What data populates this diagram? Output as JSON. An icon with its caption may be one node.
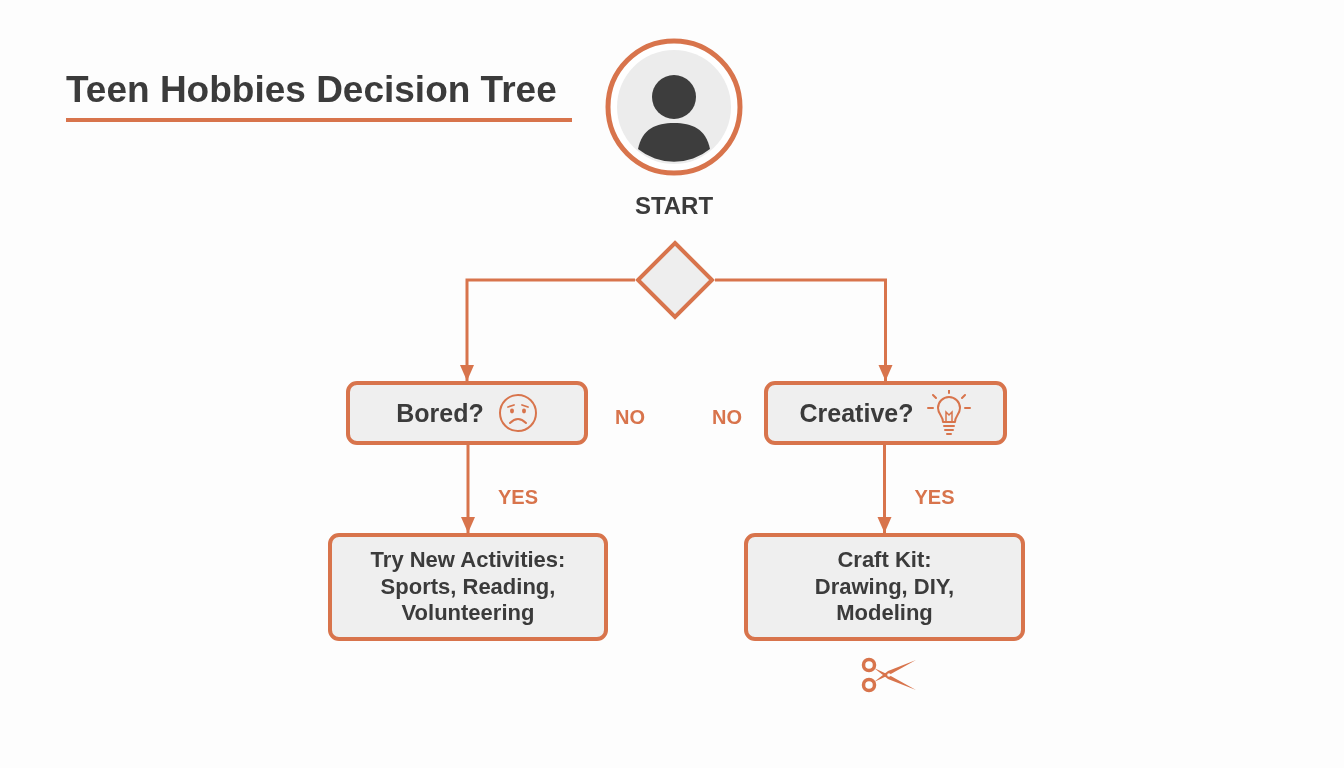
{
  "diagram": {
    "title": "Teen Hobbies Decision Tree",
    "nodes": [
      {
        "text": [
          "START"
        ]
      },
      {
        "text": [],
        "shape": "diamond"
      },
      {
        "text": [
          "Bored?"
        ]
      },
      {
        "text": [
          "Creative?"
        ]
      },
      {
        "text": [
          "Try New Activities: Sports, Reading, Volunteering"
        ]
      },
      {
        "text": [
          "Craft Kit: Drawing, DIY, Modeling"
        ]
      }
    ],
    "edges": [
      {
        "from": 1,
        "to": 2,
        "arrow": "to"
      },
      {
        "from": 1,
        "to": 3,
        "arrow": "to"
      },
      {
        "from": 2,
        "to": 4,
        "arrow": "to",
        "label": "YES"
      },
      {
        "from": 3,
        "to": 5,
        "arrow": "to",
        "label": "YES"
      }
    ],
    "labels": [
      "NO",
      "NO"
    ]
  }
}
